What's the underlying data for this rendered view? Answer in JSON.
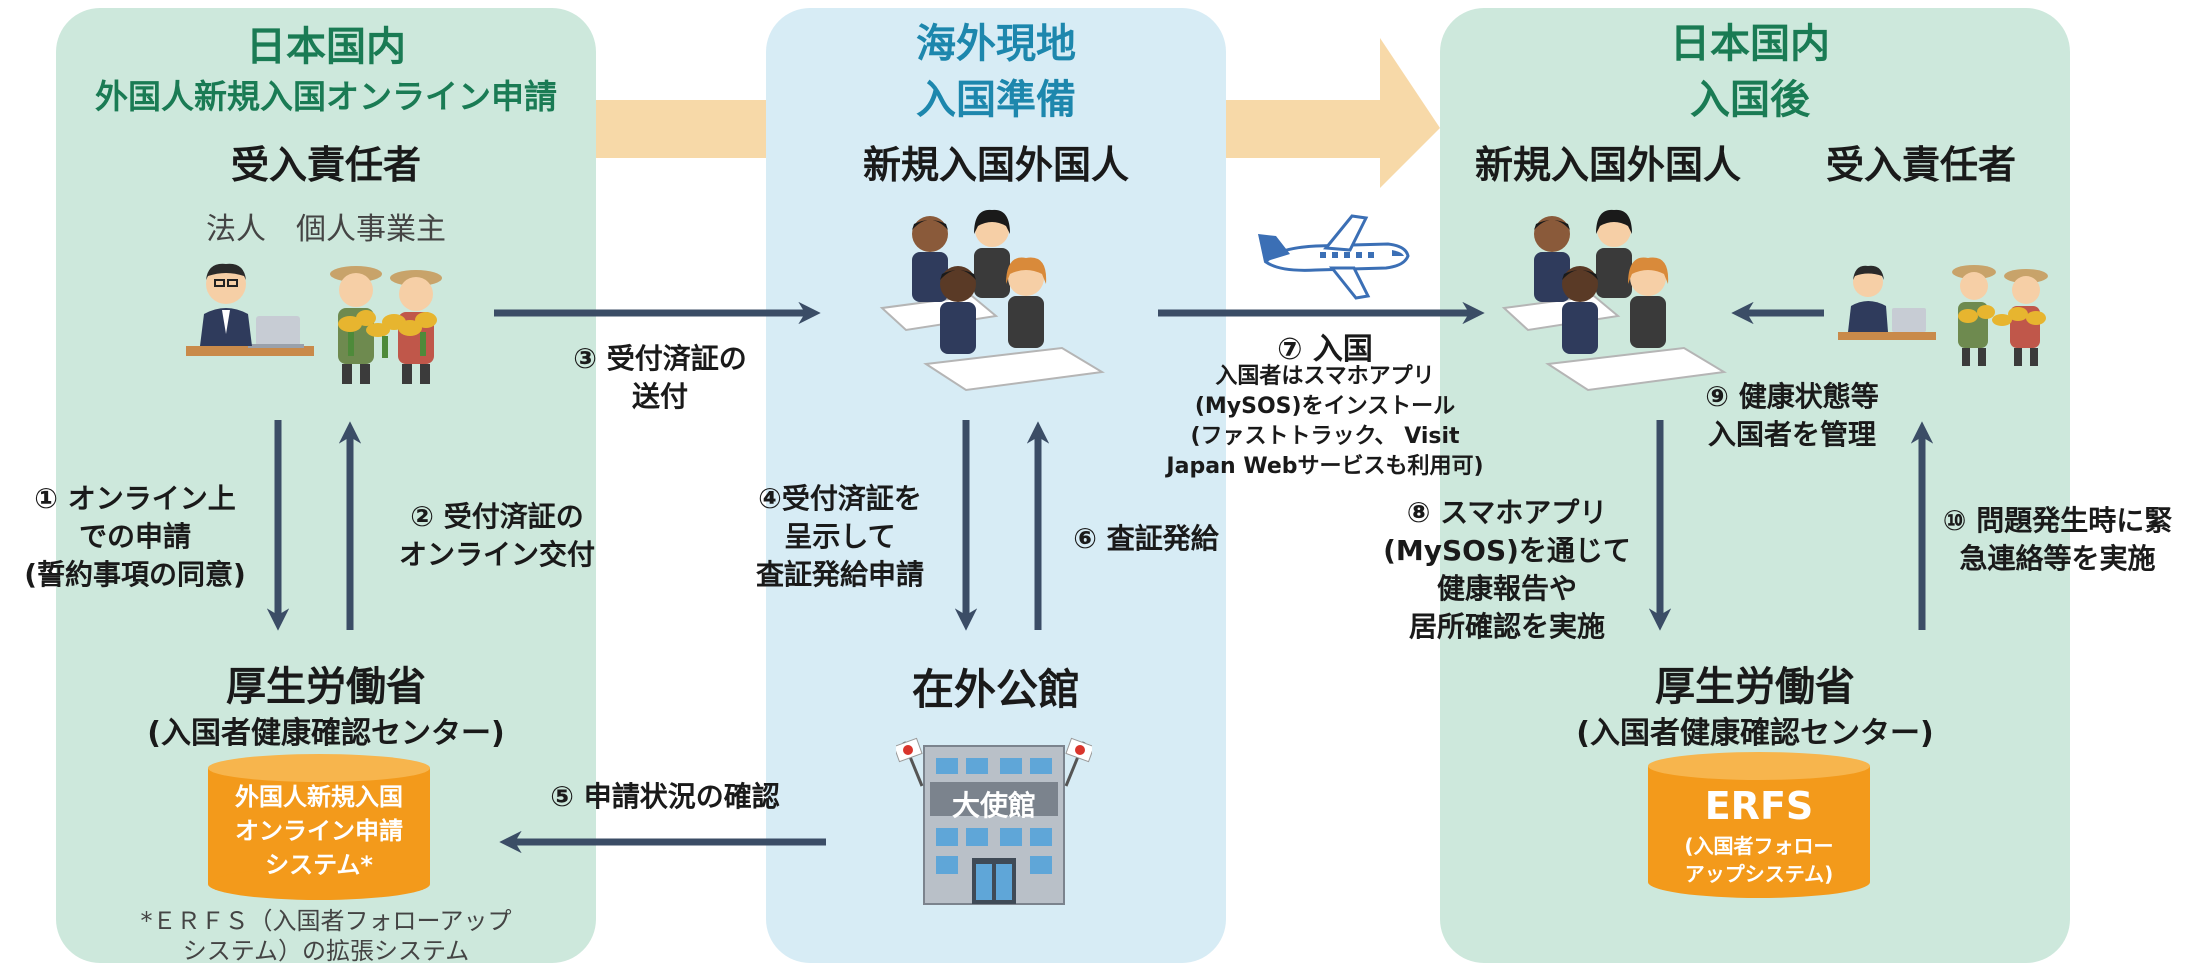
{
  "left": {
    "header": "日本国内",
    "subheader": "外国人新規入国オンライン申請",
    "person_title": "受入責任者",
    "person_types": "法人　個人事業主",
    "ministry": "厚生労働省",
    "center": "(入国者健康確認センター)",
    "system": "外国人新規入国\nオンライン申請\nシステム*",
    "footnote": "*ＥＲＦＳ（入国者フォローアップ\nシステム）の拡張システム"
  },
  "mid": {
    "header": "海外現地\n入国準備",
    "person_title": "新規入国外国人",
    "embassy": "在外公館",
    "embassy_sign": "大使館"
  },
  "right": {
    "header": "日本国内\n入国後",
    "foreigner_title": "新規入国外国人",
    "person_title": "受入責任者",
    "ministry": "厚生労働省",
    "center": "(入国者健康確認センター)",
    "system_name": "ERFS",
    "system_desc": "(入国者フォロー\nアップシステム)"
  },
  "steps": {
    "s1": "① オンライン上\nでの申請\n(誓約事項の同意)",
    "s2": "② 受付済証の\nオンライン交付",
    "s3": "③ 受付済証の\n送付",
    "s4": "④受付済証を\n呈示して\n査証発給申請",
    "s5": "⑤ 申請状況の確認",
    "s6": "⑥ 査証発給",
    "s7_title": "⑦ 入国",
    "s7_desc": "入国者はスマホアプリ\n(MySOS)をインストール\n(ファストトラック、 Visit\nJapan Webサービスも利用可)",
    "s8": "⑧ スマホアプリ\n(MySOS)を通じて\n健康報告や\n居所確認を実施",
    "s9": "⑨ 健康状態等\n入国者を管理",
    "s10": "⑩ 問題発生時に緊\n急連絡等を実施"
  },
  "colors": {
    "panel_green": "#cde8dc",
    "panel_blue": "#d7ecf5",
    "header_green": "#1a7b54",
    "header_blue": "#1d87ad",
    "flow_arrow": "#f7d9a8",
    "step_arrow": "#3b4d66",
    "cylinder": "#f39a1b"
  }
}
